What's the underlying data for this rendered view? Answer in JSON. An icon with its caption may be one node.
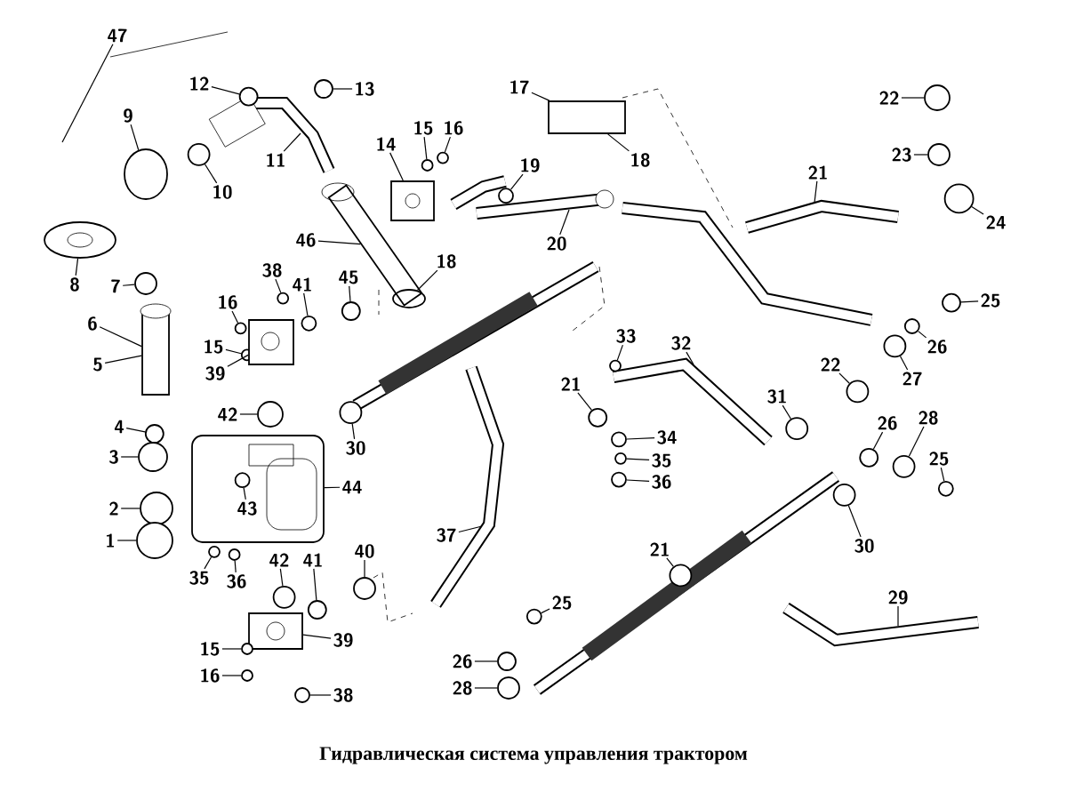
{
  "diagram": {
    "caption": "Гидравлическая система управления трактором",
    "nodes": [
      {
        "text": [
          "47"
        ]
      },
      {
        "text": [
          "12"
        ]
      },
      {
        "text": [
          "13"
        ]
      },
      {
        "text": [
          "9"
        ]
      },
      {
        "text": [
          "10"
        ]
      },
      {
        "text": [
          "11"
        ]
      },
      {
        "text": [
          "14"
        ]
      },
      {
        "text": [
          "15"
        ]
      },
      {
        "text": [
          "16"
        ]
      },
      {
        "text": [
          "17"
        ]
      },
      {
        "text": [
          "18"
        ]
      },
      {
        "text": [
          "19"
        ]
      },
      {
        "text": [
          "20"
        ]
      },
      {
        "text": [
          "21"
        ]
      },
      {
        "text": [
          "22"
        ]
      },
      {
        "text": [
          "23"
        ]
      },
      {
        "text": [
          "24"
        ]
      },
      {
        "text": [
          "46"
        ]
      },
      {
        "text": [
          "18"
        ]
      },
      {
        "text": [
          "8"
        ]
      },
      {
        "text": [
          "7"
        ]
      },
      {
        "text": [
          "38"
        ]
      },
      {
        "text": [
          "41"
        ]
      },
      {
        "text": [
          "45"
        ]
      },
      {
        "text": [
          "16"
        ]
      },
      {
        "text": [
          "6"
        ]
      },
      {
        "text": [
          "15"
        ]
      },
      {
        "text": [
          "39"
        ]
      },
      {
        "text": [
          "5"
        ]
      },
      {
        "text": [
          "33"
        ]
      },
      {
        "text": [
          "32"
        ]
      },
      {
        "text": [
          "22"
        ]
      },
      {
        "text": [
          "25"
        ]
      },
      {
        "text": [
          "26"
        ]
      },
      {
        "text": [
          "27"
        ]
      },
      {
        "text": [
          "21"
        ]
      },
      {
        "text": [
          "31"
        ]
      },
      {
        "text": [
          "42"
        ]
      },
      {
        "text": [
          "30"
        ]
      },
      {
        "text": [
          "4"
        ]
      },
      {
        "text": [
          "3"
        ]
      },
      {
        "text": [
          "44"
        ]
      },
      {
        "text": [
          "43"
        ],
        "in": 100
      },
      {
        "text": [
          "2"
        ]
      },
      {
        "text": [
          "1"
        ]
      },
      {
        "text": [
          "34"
        ]
      },
      {
        "text": [
          "35"
        ]
      },
      {
        "text": [
          "36"
        ]
      },
      {
        "text": [
          "26"
        ]
      },
      {
        "text": [
          "28"
        ]
      },
      {
        "text": [
          "25"
        ]
      },
      {
        "text": [
          "37"
        ]
      },
      {
        "text": [
          "42"
        ]
      },
      {
        "text": [
          "41"
        ]
      },
      {
        "text": [
          "40"
        ]
      },
      {
        "text": [
          "35"
        ]
      },
      {
        "text": [
          "36"
        ]
      },
      {
        "text": [
          "30"
        ]
      },
      {
        "text": [
          "21"
        ]
      },
      {
        "text": [
          "39"
        ]
      },
      {
        "text": [
          "15"
        ]
      },
      {
        "text": [
          "16"
        ]
      },
      {
        "text": [
          "38"
        ]
      },
      {
        "text": [
          "25"
        ]
      },
      {
        "text": [
          "29"
        ]
      },
      {
        "text": [
          "26"
        ]
      },
      {
        "text": [
          "28"
        ]
      },
      {
        "text": [],
        "shape": "circle"
      },
      {
        "text": [],
        "shape": "circle"
      },
      {
        "text": [],
        "shape": "circle"
      },
      {
        "text": [],
        "shape": "circle"
      },
      {
        "text": [],
        "shape": "box"
      },
      {
        "text": [],
        "shape": "circle"
      },
      {
        "text": [],
        "shape": "circle"
      },
      {
        "text": [],
        "shape": "box"
      },
      {
        "text": [],
        "shape": "circle"
      },
      {
        "text": [],
        "shape": "circle"
      },
      {
        "text": [],
        "shape": "circle"
      },
      {
        "text": [],
        "shape": "circle"
      },
      {
        "text": [],
        "shape": "circle"
      },
      {
        "text": [],
        "shape": "circle"
      },
      {
        "text": [],
        "shape": "circle"
      },
      {
        "text": [],
        "shape": "circle"
      },
      {
        "text": [],
        "shape": "circle"
      },
      {
        "text": [],
        "shape": "circle"
      },
      {
        "text": [],
        "shape": "circle"
      },
      {
        "text": [],
        "shape": "cylinder"
      },
      {
        "text": [],
        "shape": "circle"
      },
      {
        "text": [],
        "shape": "box"
      },
      {
        "text": [],
        "shape": "circle"
      },
      {
        "text": [],
        "shape": "circle"
      },
      {
        "text": [],
        "shape": "circle"
      },
      {
        "text": [],
        "shape": "circle"
      },
      {
        "text": [],
        "shape": "circle"
      },
      {
        "text": [],
        "shape": "circle"
      },
      {
        "text": [],
        "shape": "circle"
      },
      {
        "text": [],
        "shape": "circle"
      },
      {
        "text": [],
        "shape": "circle"
      },
      {
        "text": [],
        "shape": "circle"
      },
      {
        "text": [],
        "shape": "circle"
      },
      {
        "text": [],
        "shape": "box"
      },
      {
        "text": [],
        "shape": "circle",
        "in": 100
      },
      {
        "text": [],
        "shape": "circle"
      },
      {
        "text": [],
        "shape": "circle"
      },
      {
        "text": [],
        "shape": "circle"
      },
      {
        "text": [],
        "shape": "circle"
      },
      {
        "text": [],
        "shape": "circle"
      },
      {
        "text": [],
        "shape": "circle"
      },
      {
        "text": [],
        "shape": "circle"
      },
      {
        "text": [],
        "shape": "circle"
      },
      {
        "text": [],
        "shape": "circle"
      },
      {
        "text": [],
        "shape": "circle"
      },
      {
        "text": [],
        "shape": "circle"
      },
      {
        "text": [],
        "shape": "circle"
      },
      {
        "text": [],
        "shape": "circle"
      },
      {
        "text": [],
        "shape": "circle"
      },
      {
        "text": [],
        "shape": "circle"
      },
      {
        "text": [],
        "shape": "box"
      },
      {
        "text": [],
        "shape": "circle"
      },
      {
        "text": [],
        "shape": "circle"
      },
      {
        "text": [],
        "shape": "circle"
      },
      {
        "text": [],
        "shape": "circle"
      },
      {
        "text": [],
        "shape": "circle"
      },
      {
        "text": [],
        "shape": "circle"
      },
      {
        "text": [],
        "shape": "cylinder"
      }
    ],
    "edges": [
      {
        "from": 0,
        "to": null,
        "arrow": "none"
      },
      {
        "from": 1,
        "to": 67,
        "arrow": "none"
      },
      {
        "from": 2,
        "to": 68,
        "arrow": "none"
      },
      {
        "from": 3,
        "to": 69,
        "arrow": "none"
      },
      {
        "from": 4,
        "to": 70,
        "arrow": "none"
      },
      {
        "from": 5,
        "to": null,
        "arrow": "none"
      },
      {
        "from": 6,
        "to": 71,
        "arrow": "none"
      },
      {
        "from": 7,
        "to": 72,
        "arrow": "none"
      },
      {
        "from": 8,
        "to": 73,
        "arrow": "none"
      },
      {
        "from": 9,
        "to": 74,
        "arrow": "none"
      },
      {
        "from": 10,
        "to": 74,
        "arrow": "none"
      },
      {
        "from": 11,
        "to": 75,
        "arrow": "none"
      },
      {
        "from": 12,
        "to": null,
        "arrow": "none"
      },
      {
        "from": 13,
        "to": null,
        "arrow": "none"
      },
      {
        "from": 14,
        "to": 76,
        "arrow": "none"
      },
      {
        "from": 15,
        "to": 77,
        "arrow": "none"
      },
      {
        "from": 16,
        "to": 78,
        "arrow": "none"
      },
      {
        "from": 17,
        "to": 124,
        "arrow": "none"
      },
      {
        "from": 18,
        "to": 79,
        "arrow": "none"
      },
      {
        "from": 19,
        "to": 80,
        "arrow": "none"
      },
      {
        "from": 20,
        "to": 81,
        "arrow": "none"
      },
      {
        "from": 21,
        "to": 82,
        "arrow": "none"
      },
      {
        "from": 22,
        "to": 83,
        "arrow": "none"
      },
      {
        "from": 23,
        "to": 84,
        "arrow": "none"
      },
      {
        "from": 24,
        "to": 85,
        "arrow": "none"
      },
      {
        "from": 25,
        "to": 86,
        "arrow": "none"
      },
      {
        "from": 26,
        "to": 87,
        "arrow": "none"
      },
      {
        "from": 27,
        "to": 88,
        "arrow": "none"
      },
      {
        "from": 28,
        "to": 86,
        "arrow": "none"
      },
      {
        "from": 29,
        "to": 89,
        "arrow": "none"
      },
      {
        "from": 30,
        "to": null,
        "arrow": "none"
      },
      {
        "from": 31,
        "to": 90,
        "arrow": "none"
      },
      {
        "from": 32,
        "to": 91,
        "arrow": "none"
      },
      {
        "from": 33,
        "to": 92,
        "arrow": "none"
      },
      {
        "from": 34,
        "to": 93,
        "arrow": "none"
      },
      {
        "from": 35,
        "to": 94,
        "arrow": "none"
      },
      {
        "from": 36,
        "to": 95,
        "arrow": "none"
      },
      {
        "from": 37,
        "to": 96,
        "arrow": "none"
      },
      {
        "from": 38,
        "to": 97,
        "arrow": "none"
      },
      {
        "from": 39,
        "to": 98,
        "arrow": "none"
      },
      {
        "from": 40,
        "to": 99,
        "arrow": "none"
      },
      {
        "from": 41,
        "to": 100,
        "arrow": "none"
      },
      {
        "from": 42,
        "to": 101,
        "arrow": "none"
      },
      {
        "from": 43,
        "to": 102,
        "arrow": "none"
      },
      {
        "from": 44,
        "to": 103,
        "arrow": "none"
      },
      {
        "from": 45,
        "to": 104,
        "arrow": "none"
      },
      {
        "from": 46,
        "to": 105,
        "arrow": "none"
      },
      {
        "from": 47,
        "to": 106,
        "arrow": "none"
      },
      {
        "from": 48,
        "to": 107,
        "arrow": "none"
      },
      {
        "from": 49,
        "to": 108,
        "arrow": "none"
      },
      {
        "from": 50,
        "to": 109,
        "arrow": "none"
      },
      {
        "from": 51,
        "to": null,
        "arrow": "none"
      },
      {
        "from": 52,
        "to": 110,
        "arrow": "none"
      },
      {
        "from": 53,
        "to": 111,
        "arrow": "none"
      },
      {
        "from": 54,
        "to": 112,
        "arrow": "none"
      },
      {
        "from": 55,
        "to": 113,
        "arrow": "none"
      },
      {
        "from": 56,
        "to": 114,
        "arrow": "none"
      },
      {
        "from": 57,
        "to": 115,
        "arrow": "none"
      },
      {
        "from": 58,
        "to": 116,
        "arrow": "none"
      },
      {
        "from": 59,
        "to": 117,
        "arrow": "none"
      },
      {
        "from": 60,
        "to": 118,
        "arrow": "none"
      },
      {
        "from": 61,
        "to": 119,
        "arrow": "none"
      },
      {
        "from": 62,
        "to": 120,
        "arrow": "none"
      },
      {
        "from": 63,
        "to": 121,
        "arrow": "none"
      },
      {
        "from": 64,
        "to": null,
        "arrow": "none"
      },
      {
        "from": 65,
        "to": 122,
        "arrow": "none"
      },
      {
        "from": 66,
        "to": 123,
        "arrow": "none"
      }
    ]
  }
}
